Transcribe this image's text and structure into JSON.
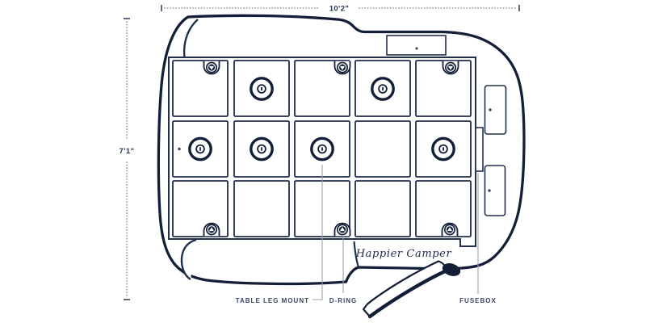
{
  "logo": {
    "text": "Happier Camper"
  },
  "dimensions": {
    "length": "10'2\"",
    "width": "7'1\""
  },
  "callouts": {
    "table_leg_mount": "TABLE LEG MOUNT",
    "d_ring": "D-RING",
    "fusebox": "FUSEBOX"
  },
  "colors": {
    "outline": "#131f38",
    "label": "#394664",
    "dimension_line": "#8f96a6"
  },
  "floor_grid": {
    "columns": 5,
    "rows": 3,
    "tile_count": 15,
    "table_leg_mount_count": 6,
    "d_ring_count": 6
  }
}
